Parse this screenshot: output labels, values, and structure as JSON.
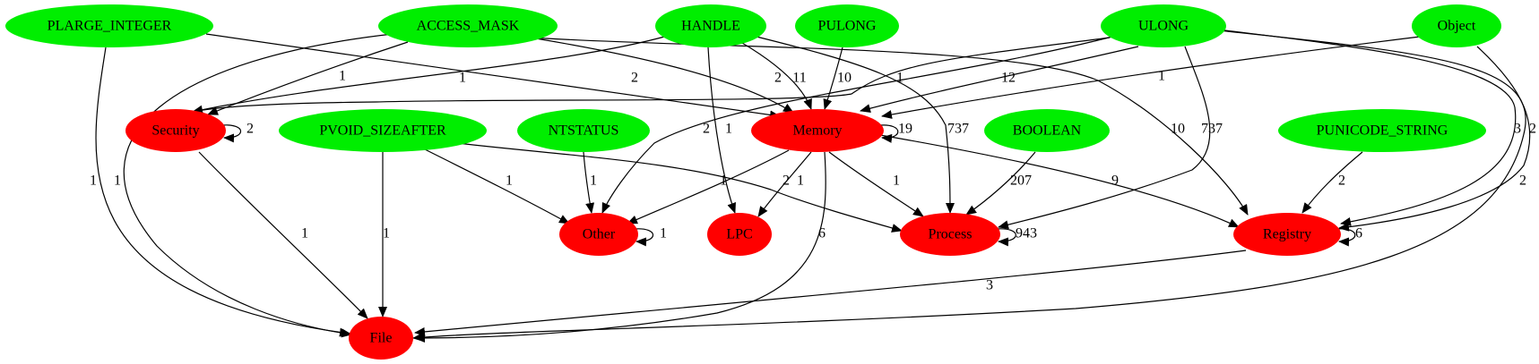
{
  "colors": {
    "type_node": "#00ee00",
    "category_node": "#ff0000",
    "edge": "#000000",
    "background": "#ffffff"
  },
  "nodes": [
    {
      "id": "PLARGE_INTEGER",
      "label": "PLARGE_INTEGER",
      "kind": "type"
    },
    {
      "id": "ACCESS_MASK",
      "label": "ACCESS_MASK",
      "kind": "type"
    },
    {
      "id": "HANDLE",
      "label": "HANDLE",
      "kind": "type"
    },
    {
      "id": "PULONG",
      "label": "PULONG",
      "kind": "type"
    },
    {
      "id": "ULONG",
      "label": "ULONG",
      "kind": "type"
    },
    {
      "id": "Object",
      "label": "Object",
      "kind": "type"
    },
    {
      "id": "PVOID_SIZEAFTER",
      "label": "PVOID_SIZEAFTER",
      "kind": "type"
    },
    {
      "id": "NTSTATUS",
      "label": "NTSTATUS",
      "kind": "type"
    },
    {
      "id": "BOOLEAN",
      "label": "BOOLEAN",
      "kind": "type"
    },
    {
      "id": "PUNICODE_STRING",
      "label": "PUNICODE_STRING",
      "kind": "type"
    },
    {
      "id": "Security",
      "label": "Security",
      "kind": "category"
    },
    {
      "id": "Memory",
      "label": "Memory",
      "kind": "category"
    },
    {
      "id": "Other",
      "label": "Other",
      "kind": "category"
    },
    {
      "id": "LPC",
      "label": "LPC",
      "kind": "category"
    },
    {
      "id": "Process",
      "label": "Process",
      "kind": "category"
    },
    {
      "id": "Registry",
      "label": "Registry",
      "kind": "category"
    },
    {
      "id": "File",
      "label": "File",
      "kind": "category"
    }
  ],
  "edges": [
    {
      "id": "e1",
      "from": "PLARGE_INTEGER",
      "to": "Memory",
      "label": "2"
    },
    {
      "id": "e2",
      "from": "PLARGE_INTEGER",
      "to": "File",
      "label": "1"
    },
    {
      "id": "e3",
      "from": "ACCESS_MASK",
      "to": "Security",
      "label": "1"
    },
    {
      "id": "e4",
      "from": "ACCESS_MASK",
      "to": "File",
      "label": "1"
    },
    {
      "id": "e5",
      "from": "ACCESS_MASK",
      "to": "Memory",
      "label": "2"
    },
    {
      "id": "e6",
      "from": "ACCESS_MASK",
      "to": "Registry",
      "label": "10"
    },
    {
      "id": "e7",
      "from": "HANDLE",
      "to": "Security",
      "label": "1"
    },
    {
      "id": "e8",
      "from": "HANDLE",
      "to": "LPC",
      "label": "1"
    },
    {
      "id": "e9",
      "from": "HANDLE",
      "to": "Memory",
      "label": "11"
    },
    {
      "id": "e10",
      "from": "HANDLE",
      "to": "Process",
      "label": "737"
    },
    {
      "id": "e11",
      "from": "PULONG",
      "to": "Memory",
      "label": "10"
    },
    {
      "id": "e12",
      "from": "ULONG",
      "to": "Security",
      "label": "1"
    },
    {
      "id": "e13",
      "from": "ULONG",
      "to": "Other",
      "label": "2"
    },
    {
      "id": "e14",
      "from": "ULONG",
      "to": "Memory",
      "label": "12"
    },
    {
      "id": "e15",
      "from": "ULONG",
      "to": "Process",
      "label": "737"
    },
    {
      "id": "e16",
      "from": "ULONG",
      "to": "Registry",
      "label": "3"
    },
    {
      "id": "e17",
      "from": "ULONG",
      "to": "File",
      "label": "2"
    },
    {
      "id": "e18",
      "from": "Object",
      "to": "Memory",
      "label": "1"
    },
    {
      "id": "e19",
      "from": "Object",
      "to": "Registry",
      "label": "2"
    },
    {
      "id": "e20",
      "from": "Security",
      "to": "Security",
      "label": "2"
    },
    {
      "id": "e21",
      "from": "Security",
      "to": "File",
      "label": "1"
    },
    {
      "id": "e22",
      "from": "PVOID_SIZEAFTER",
      "to": "File",
      "label": "1"
    },
    {
      "id": "e23",
      "from": "PVOID_SIZEAFTER",
      "to": "Other",
      "label": "1"
    },
    {
      "id": "e24",
      "from": "PVOID_SIZEAFTER",
      "to": "Process",
      "label": "2"
    },
    {
      "id": "e25",
      "from": "NTSTATUS",
      "to": "Other",
      "label": "1"
    },
    {
      "id": "e26",
      "from": "Memory",
      "to": "Memory",
      "label": "19"
    },
    {
      "id": "e27",
      "from": "Memory",
      "to": "Other",
      "label": "1"
    },
    {
      "id": "e28",
      "from": "Memory",
      "to": "LPC",
      "label": "1"
    },
    {
      "id": "e29",
      "from": "Memory",
      "to": "Process",
      "label": "1"
    },
    {
      "id": "e30",
      "from": "Memory",
      "to": "File",
      "label": "6"
    },
    {
      "id": "e31",
      "from": "Memory",
      "to": "Registry",
      "label": "9"
    },
    {
      "id": "e32",
      "from": "BOOLEAN",
      "to": "Process",
      "label": "207"
    },
    {
      "id": "e33",
      "from": "PUNICODE_STRING",
      "to": "Registry",
      "label": "2"
    },
    {
      "id": "e34",
      "from": "Other",
      "to": "Other",
      "label": "1"
    },
    {
      "id": "e35",
      "from": "Process",
      "to": "Process",
      "label": "943"
    },
    {
      "id": "e36",
      "from": "Registry",
      "to": "Registry",
      "label": "6"
    },
    {
      "id": "e37",
      "from": "Registry",
      "to": "File",
      "label": "3"
    }
  ]
}
